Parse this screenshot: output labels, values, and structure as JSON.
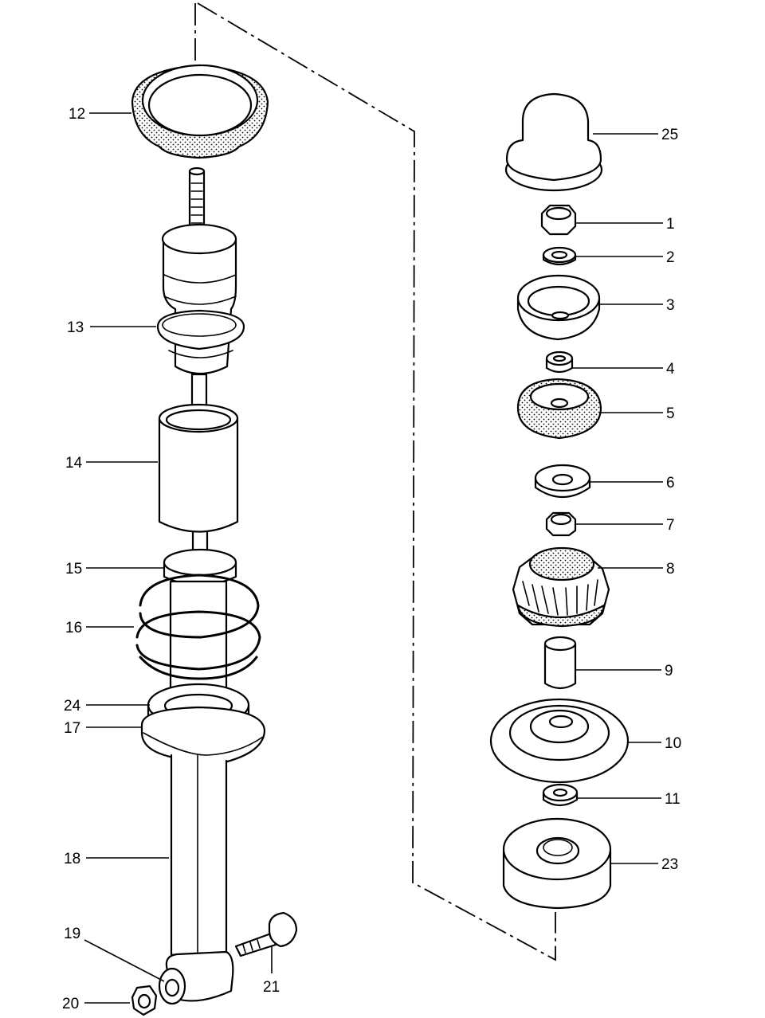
{
  "diagram": {
    "callouts": {
      "c1": "1",
      "c2": "2",
      "c3": "3",
      "c4": "4",
      "c5": "5",
      "c6": "6",
      "c7": "7",
      "c8": "8",
      "c9": "9",
      "c10": "10",
      "c11": "11",
      "c12": "12",
      "c13": "13",
      "c14": "14",
      "c15": "15",
      "c16": "16",
      "c17": "17",
      "c18": "18",
      "c19": "19",
      "c20": "20",
      "c21": "21",
      "c23": "23",
      "c24": "24",
      "c25": "25"
    }
  }
}
